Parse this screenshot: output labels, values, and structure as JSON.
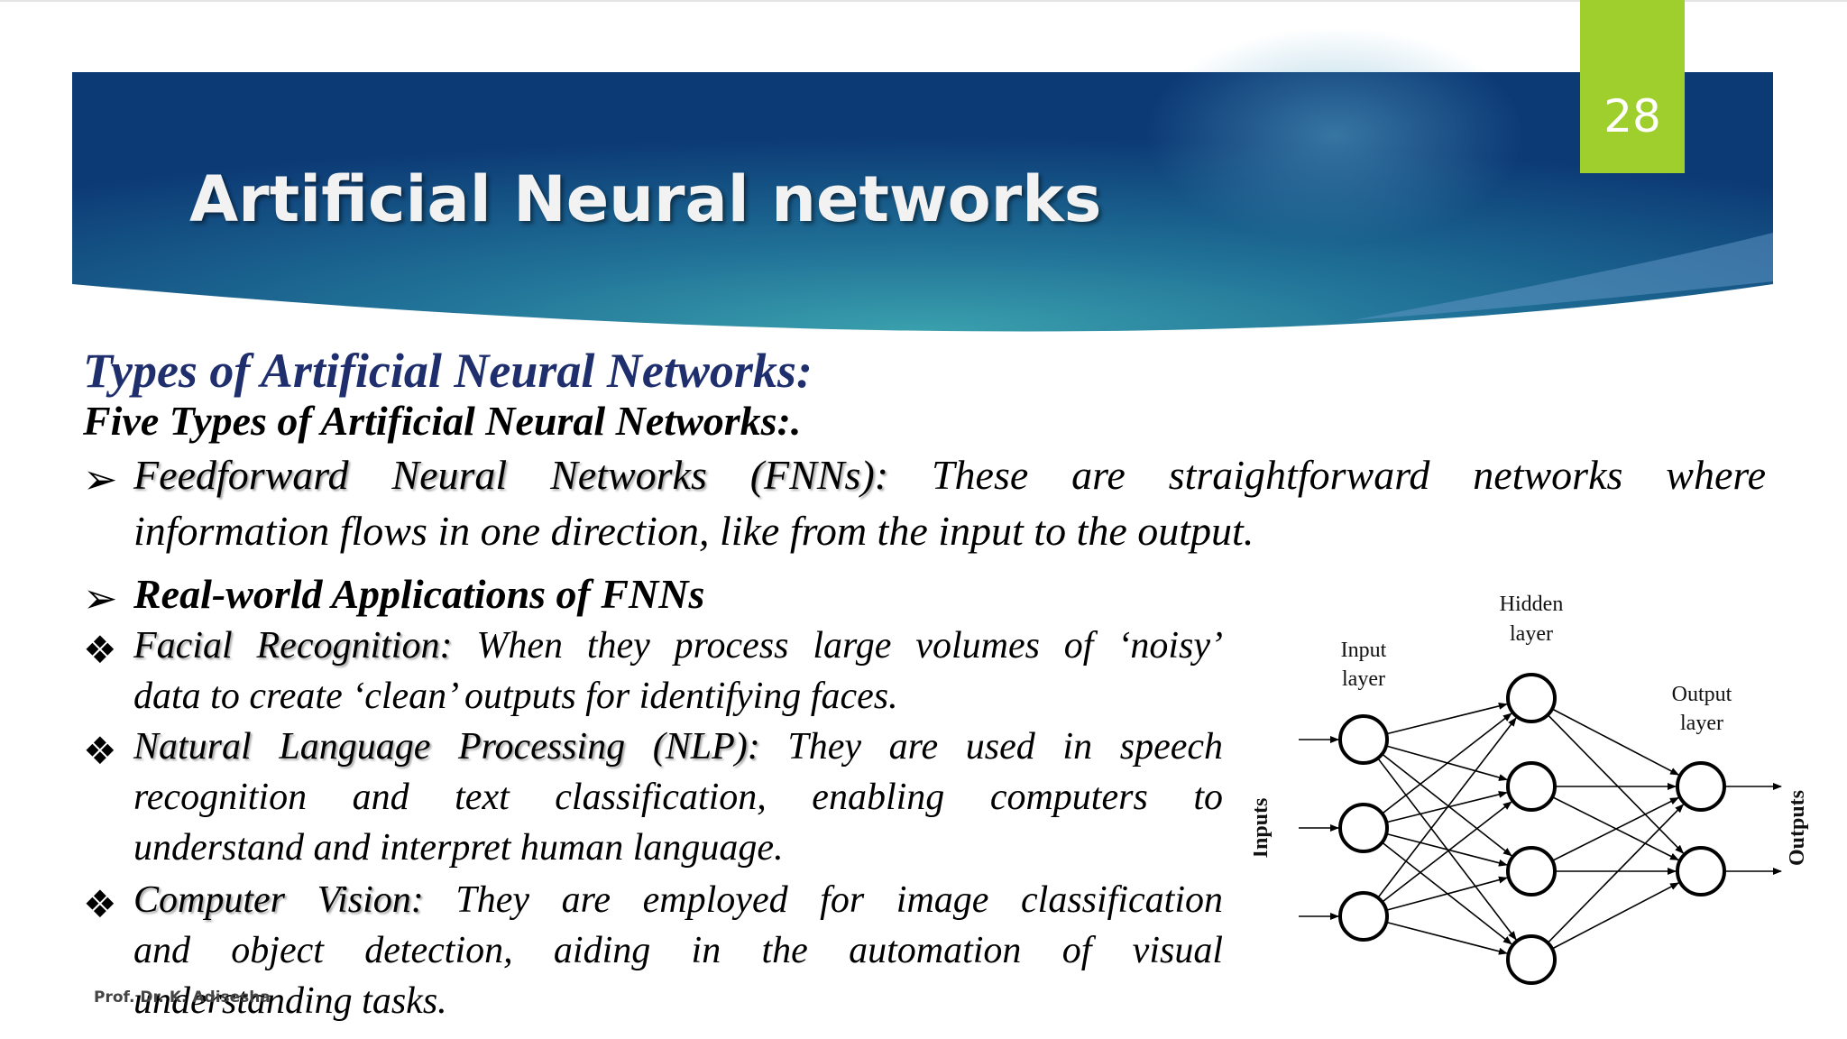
{
  "slide_number": "28",
  "title": "Artificial Neural networks",
  "subtitle": "Types of Artificial Neural Networks:",
  "subheading": "Five Types of Artificial Neural Networks:.",
  "fnn": {
    "term": "Feedforward Neural Networks (FNNs):",
    "line1_rest": "These are straightforward networks where",
    "line2": "information flows in one direction, like from the input to the output."
  },
  "applications_heading": "Real-world Applications of FNNs",
  "applications": [
    {
      "term": "Facial Recognition:",
      "line1_rest": "When they process large volumes of ‘noisy’",
      "lines": [
        "data to create ‘clean’ outputs for identifying faces."
      ]
    },
    {
      "term": "Natural Language Processing (NLP):",
      "line1_rest": "They are used in  speech",
      "lines": [
        "recognition and text classification, enabling computers to",
        "understand and interpret human language."
      ]
    },
    {
      "term": "Computer Vision:",
      "line1_rest": "They are employed for image classification",
      "lines": [
        "and object detection, aiding in the automation of visual",
        "understanding tasks."
      ]
    }
  ],
  "footer": "Prof. Dr. K. Adisesha",
  "diagram": {
    "labels": {
      "input_layer": [
        "Input",
        "layer"
      ],
      "hidden_layer": [
        "Hidden",
        "layer"
      ],
      "output_layer": [
        "Output",
        "layer"
      ],
      "inputs": "Inputs",
      "outputs": "Outputs"
    }
  },
  "colors": {
    "banner_dark": "#0e3f78",
    "banner_teal": "#2e8aa2",
    "slide_number_bg": "#9fcf2c",
    "subtitle": "#1f2f6e"
  },
  "icons": {
    "arrow_bullet": "➢",
    "diamond_bullet": "❖"
  }
}
